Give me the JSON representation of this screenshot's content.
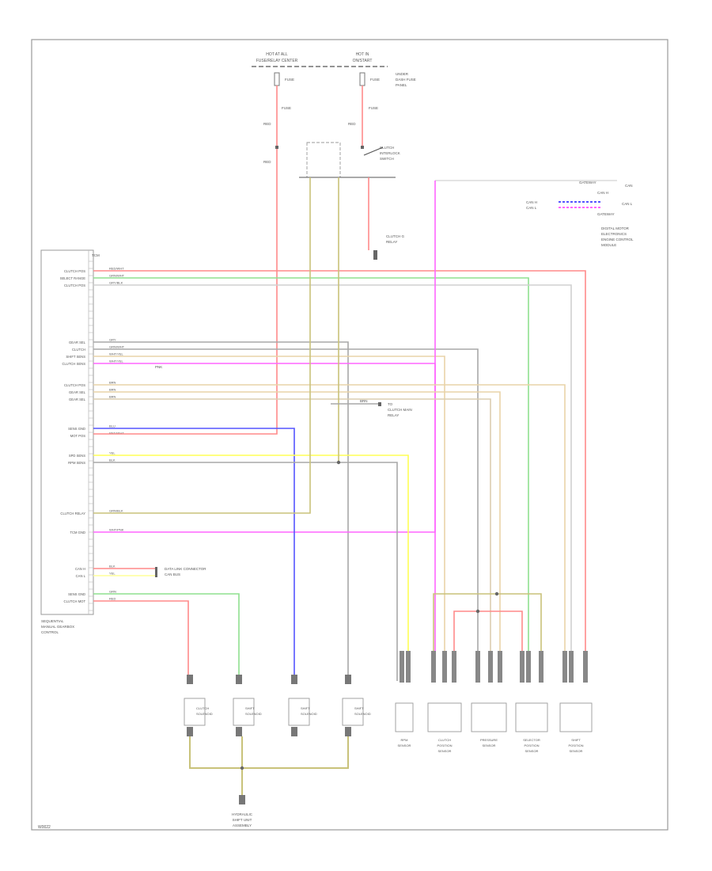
{
  "colors": {
    "red": "#ff8a8a",
    "green": "#8fe08f",
    "gray": "#a8a8a8",
    "magenta": "#ff66ff",
    "blue": "#5555ff",
    "yellow": "#ffff55",
    "tan": "#e9d3a8",
    "olive": "#c9c27a",
    "frame": "#9a9a9a",
    "ink": "#555555"
  },
  "fuse_box": {
    "left_label_line1": "HOT AT ALL",
    "left_label_line2": "FUSE/RELAY CENTER",
    "left_fuse": "FUSE",
    "right_label_line1": "HOT IN",
    "right_label_line2": "ON/START",
    "right_fuse": "FUSE",
    "right_note_1": "UNDER",
    "right_note_2": "DASH FUSE",
    "right_note_3": "PANEL",
    "left_wire": "RED",
    "right_wire": "RED"
  },
  "interlock": {
    "label_1": "CLUTCH",
    "label_2": "INTERLOCK",
    "label_3": "SWITCH",
    "ground_1": "CLUTCH G",
    "ground_2": "RELAY"
  },
  "tcm": {
    "top_label": "TCM",
    "bottom_label_1": "SEQUENTIAL",
    "bottom_label_2": "MANUAL GEARBOX",
    "bottom_label_3": "CONTROL",
    "pin_labels": [
      "CLUTCH POS",
      "SELECT RANGE",
      "CLUTCH POS",
      "GEAR SEL",
      "CLUTCH",
      "SHIFT SENS",
      "CLUTCH SENS",
      "CLUTCH POS",
      "GEAR SEL",
      "GEAR SEL",
      "SENS GND",
      "MOT POS",
      "SPD SENS",
      "RPM SENS",
      "CLUTCH RELAY",
      "TCM GND",
      "CAN H",
      "CAN L",
      "SENS GND",
      "CLUTCH MOT"
    ],
    "wire_labels": [
      "RED/WHT",
      "GRN/WHT",
      "GRY/BLK",
      "GRY",
      "GRN/WHT",
      "WHT/YEL",
      "WHT/YEL",
      "BRN",
      "BRN",
      "BRN",
      "BLU",
      "RED/WHT",
      "YEL",
      "BLK",
      "GRN/BLK",
      "WHT/PNK",
      "BLK",
      "YEL",
      "GRN",
      "RED"
    ],
    "can_note_1": "DATA LINK CONNECTOR",
    "can_note_2": "CAN BUS",
    "pink_tag": "PNK",
    "relay_note_1": "TO",
    "relay_note_2": "CLUTCH MAIN",
    "relay_note_3": "RELAY",
    "relay_wire": "BRN"
  },
  "gateway": {
    "top_label": "GATEWAY",
    "top_tag": "CAN",
    "pin_a": "CAN H",
    "pin_b": "CAN L",
    "label_1": "DIGITAL MOTOR",
    "label_2": "ELECTRONICS",
    "label_3": "ENGINE CONTROL",
    "label_4": "MODULE",
    "tag_a": "CAN H",
    "tag_b": "CAN L",
    "tag_c": "GATEWAY"
  },
  "valves": [
    {
      "label_1": "CLUTCH",
      "label_2": "SOLENOID"
    },
    {
      "label_1": "SHIFT",
      "label_2": "SOLENOID"
    },
    {
      "label_1": "SHIFT",
      "label_2": "SOLENOID"
    },
    {
      "label_1": "SHIFT",
      "label_2": "SOLENOID"
    }
  ],
  "hydraulic_unit": {
    "label_1": "HYDRAULIC",
    "label_2": "SHIFT UNIT",
    "label_3": "ASSEMBLY"
  },
  "sensors": [
    {
      "label_1": "RPM",
      "label_2": "SENSOR",
      "label_3": ""
    },
    {
      "label_1": "CLUTCH",
      "label_2": "POSITION",
      "label_3": "SENSOR"
    },
    {
      "label_1": "PRESSURE",
      "label_2": "SENSOR",
      "label_3": ""
    },
    {
      "label_1": "SELECTOR",
      "label_2": "POSITION",
      "label_3": "SENSOR"
    },
    {
      "label_1": "SHIFT",
      "label_2": "POSITION",
      "label_3": "SENSOR"
    }
  ],
  "footer": "W0022"
}
